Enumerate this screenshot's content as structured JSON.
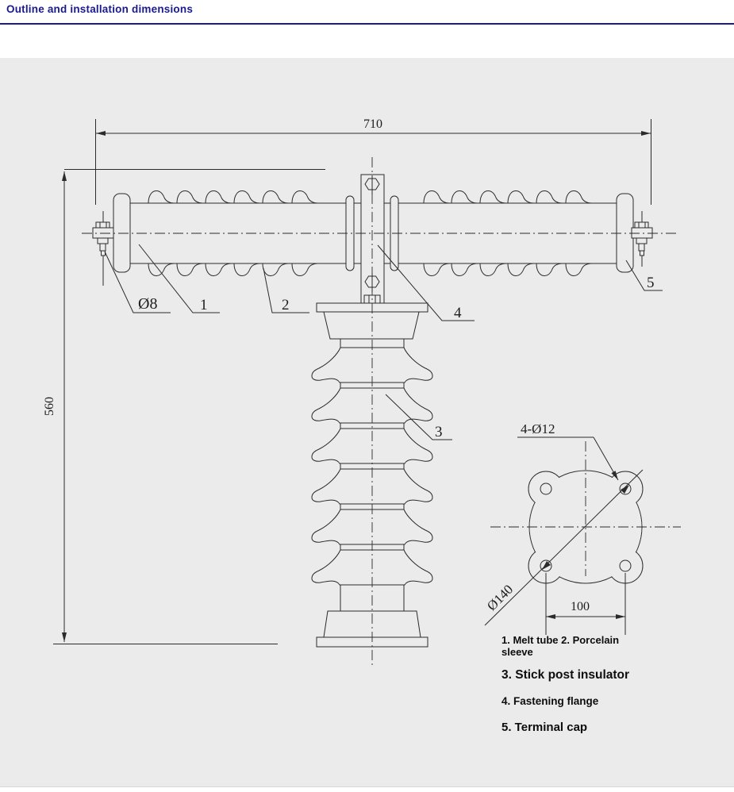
{
  "header": {
    "title": "Outline and installation dimensions",
    "accent_color": "#1b1b8e"
  },
  "drawing": {
    "canvas_color": "#ebebeb",
    "line_color": "#2b2b2b",
    "dimensions": {
      "overall_width": "710",
      "overall_height": "560",
      "terminal_bolt": "Ø8",
      "flange_holes": "4-Ø12",
      "bolt_circle": "Ø140",
      "hole_spacing": "100"
    },
    "callouts": {
      "c1": "1",
      "c2": "2",
      "c3": "3",
      "c4": "4",
      "c5": "5"
    }
  },
  "legend": {
    "items": [
      {
        "text": "1. Melt tube 2. Porcelain sleeve"
      },
      {
        "text": "3. Stick post insulator"
      },
      {
        "text": "4. Fastening flange"
      },
      {
        "text": "5. Terminal cap"
      }
    ]
  }
}
